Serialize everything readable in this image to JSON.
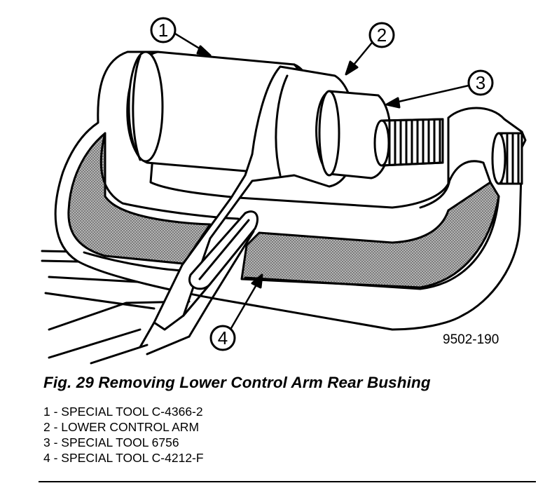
{
  "figure": {
    "code": "9502-190",
    "callouts": [
      "1",
      "2",
      "3",
      "4"
    ]
  },
  "caption": "Fig. 29 Removing Lower Control Arm Rear Bushing",
  "legend": [
    {
      "num": "1",
      "text": "SPECIAL TOOL C-4366-2"
    },
    {
      "num": "2",
      "text": "LOWER CONTROL ARM"
    },
    {
      "num": "3",
      "text": "SPECIAL TOOL 6756"
    },
    {
      "num": "4",
      "text": "SPECIAL TOOL C-4212-F"
    }
  ],
  "colors": {
    "ink": "#000000",
    "paper": "#ffffff",
    "shade": "#9a9a9a"
  }
}
